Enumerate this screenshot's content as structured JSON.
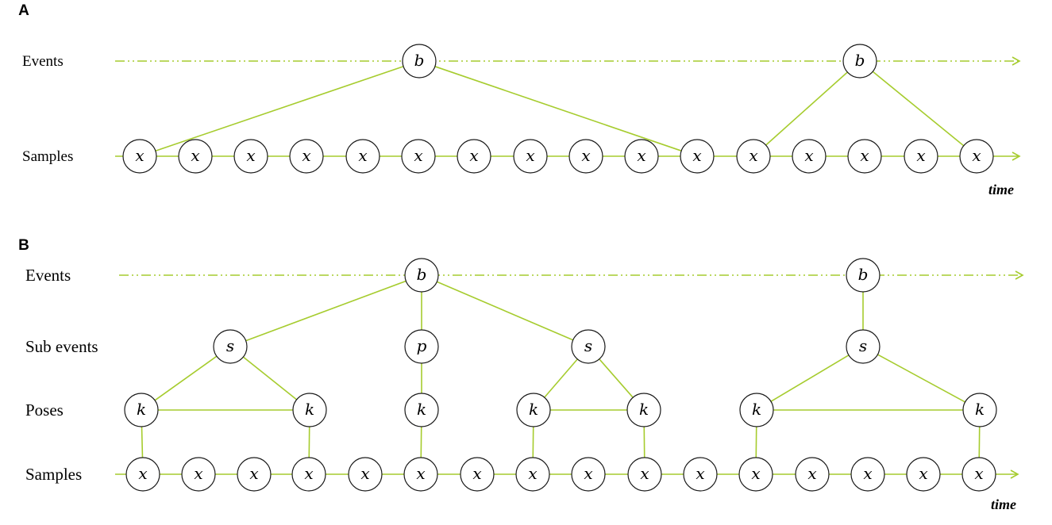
{
  "panels": [
    {
      "letter": "A",
      "rows": [
        {
          "id": "events",
          "label": "Events"
        },
        {
          "id": "samples",
          "label": "Samples"
        }
      ],
      "time_label": "time",
      "nodes": {
        "events": [
          {
            "id": "A-b1",
            "symbol": "b"
          },
          {
            "id": "A-b2",
            "symbol": "b"
          }
        ],
        "samples": [
          {
            "id": "A-x1",
            "symbol": "x"
          },
          {
            "id": "A-x2",
            "symbol": "x"
          },
          {
            "id": "A-x3",
            "symbol": "x"
          },
          {
            "id": "A-x4",
            "symbol": "x"
          },
          {
            "id": "A-x5",
            "symbol": "x"
          },
          {
            "id": "A-x6",
            "symbol": "x"
          },
          {
            "id": "A-x7",
            "symbol": "x"
          },
          {
            "id": "A-x8",
            "symbol": "x"
          },
          {
            "id": "A-x9",
            "symbol": "x"
          },
          {
            "id": "A-x10",
            "symbol": "x"
          },
          {
            "id": "A-x11",
            "symbol": "x"
          },
          {
            "id": "A-x12",
            "symbol": "x"
          },
          {
            "id": "A-x13",
            "symbol": "x"
          },
          {
            "id": "A-x14",
            "symbol": "x"
          },
          {
            "id": "A-x15",
            "symbol": "x"
          },
          {
            "id": "A-x16",
            "symbol": "x"
          }
        ]
      },
      "edges": [
        [
          "A-b1",
          "A-x1"
        ],
        [
          "A-b1",
          "A-x11"
        ],
        [
          "A-b2",
          "A-x12"
        ],
        [
          "A-b2",
          "A-x16"
        ]
      ]
    },
    {
      "letter": "B",
      "rows": [
        {
          "id": "events",
          "label": "Events"
        },
        {
          "id": "subevents",
          "label": "Sub events"
        },
        {
          "id": "poses",
          "label": "Poses"
        },
        {
          "id": "samples",
          "label": "Samples"
        }
      ],
      "time_label": "time",
      "nodes": {
        "events": [
          {
            "id": "B-b1",
            "symbol": "b"
          },
          {
            "id": "B-b2",
            "symbol": "b"
          }
        ],
        "subevents": [
          {
            "id": "B-s1",
            "symbol": "s"
          },
          {
            "id": "B-p1",
            "symbol": "p"
          },
          {
            "id": "B-s2",
            "symbol": "s"
          },
          {
            "id": "B-s3",
            "symbol": "s"
          }
        ],
        "poses": [
          {
            "id": "B-k1",
            "symbol": "k"
          },
          {
            "id": "B-k2",
            "symbol": "k"
          },
          {
            "id": "B-k3",
            "symbol": "k"
          },
          {
            "id": "B-k4",
            "symbol": "k"
          },
          {
            "id": "B-k5",
            "symbol": "k"
          },
          {
            "id": "B-k6",
            "symbol": "k"
          },
          {
            "id": "B-k7",
            "symbol": "k"
          }
        ],
        "samples": [
          {
            "id": "B-x1",
            "symbol": "x"
          },
          {
            "id": "B-x2",
            "symbol": "x"
          },
          {
            "id": "B-x3",
            "symbol": "x"
          },
          {
            "id": "B-x4",
            "symbol": "x"
          },
          {
            "id": "B-x5",
            "symbol": "x"
          },
          {
            "id": "B-x6",
            "symbol": "x"
          },
          {
            "id": "B-x7",
            "symbol": "x"
          },
          {
            "id": "B-x8",
            "symbol": "x"
          },
          {
            "id": "B-x9",
            "symbol": "x"
          },
          {
            "id": "B-x10",
            "symbol": "x"
          },
          {
            "id": "B-x11",
            "symbol": "x"
          },
          {
            "id": "B-x12",
            "symbol": "x"
          },
          {
            "id": "B-x13",
            "symbol": "x"
          },
          {
            "id": "B-x14",
            "symbol": "x"
          },
          {
            "id": "B-x15",
            "symbol": "x"
          },
          {
            "id": "B-x16",
            "symbol": "x"
          }
        ]
      },
      "edges": [
        [
          "B-b1",
          "B-s1"
        ],
        [
          "B-b1",
          "B-p1"
        ],
        [
          "B-b1",
          "B-s2"
        ],
        [
          "B-b2",
          "B-s3"
        ],
        [
          "B-s1",
          "B-k1"
        ],
        [
          "B-s1",
          "B-k2"
        ],
        [
          "B-k1",
          "B-k2"
        ],
        [
          "B-p1",
          "B-k3"
        ],
        [
          "B-s2",
          "B-k4"
        ],
        [
          "B-s2",
          "B-k5"
        ],
        [
          "B-k4",
          "B-k5"
        ],
        [
          "B-s3",
          "B-k6"
        ],
        [
          "B-s3",
          "B-k7"
        ],
        [
          "B-k6",
          "B-k7"
        ],
        [
          "B-k1",
          "B-x1"
        ],
        [
          "B-k2",
          "B-x4"
        ],
        [
          "B-k3",
          "B-x6"
        ],
        [
          "B-k4",
          "B-x8"
        ],
        [
          "B-k5",
          "B-x10"
        ],
        [
          "B-k6",
          "B-x12"
        ],
        [
          "B-k7",
          "B-x16"
        ]
      ]
    }
  ]
}
